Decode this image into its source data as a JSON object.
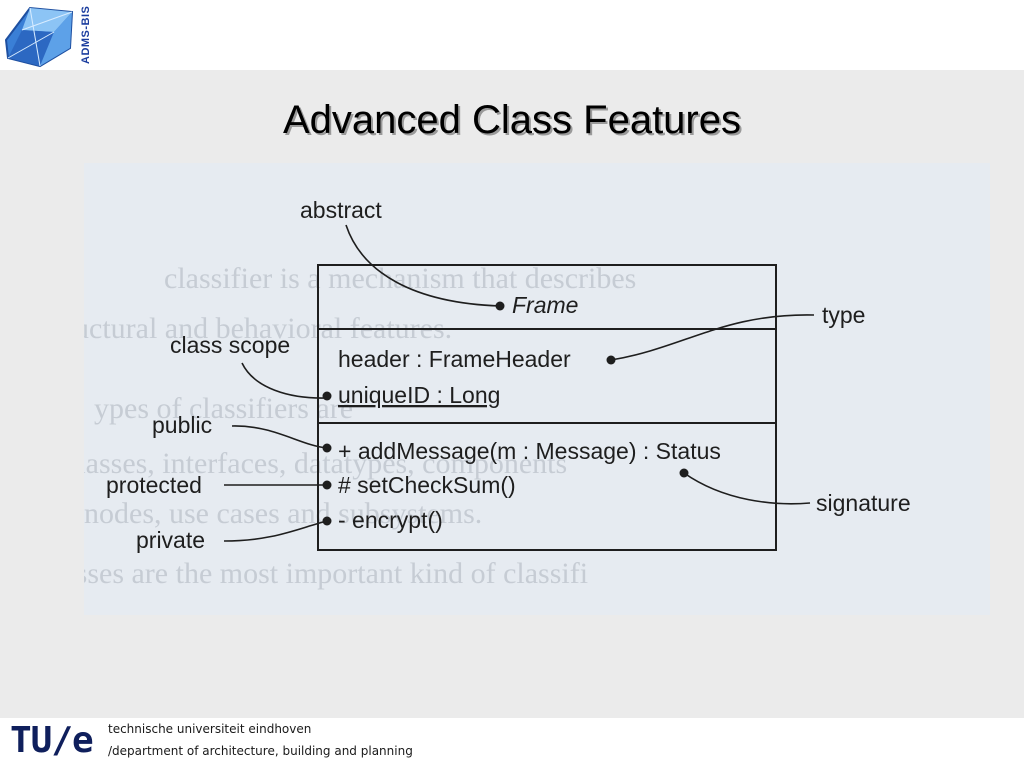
{
  "header": {
    "logo_text": "ADMS-BIS"
  },
  "slide": {
    "title": "Advanced Class Features"
  },
  "diagram": {
    "class_name": "Frame",
    "attributes": [
      "header : FrameHeader",
      "uniqueID : Long"
    ],
    "operations": [
      "+ addMessage(m : Message) : Status",
      "# setCheckSum()",
      "- encrypt()"
    ],
    "annotations": {
      "abstract": "abstract",
      "type": "type",
      "class_scope": "class scope",
      "public": "public",
      "protected": "protected",
      "private": "private",
      "signature": "signature"
    },
    "background_text": [
      "classifier is a mechanism that describes",
      "uctural and behavioral features.",
      "ypes of classifiers are",
      "classes, interfaces, datatypes, components",
      "nodes, use cases and subsystems.",
      "lasses are the most important kind of classifi"
    ]
  },
  "footer": {
    "logo": "TU/e",
    "university": "technische universiteit eindhoven",
    "department": "/department of architecture, building and planning"
  },
  "colors": {
    "logo_blue": "#1a3c9e",
    "tue_navy": "#0f1f5c",
    "panel_bg": "#e6ebf1"
  }
}
